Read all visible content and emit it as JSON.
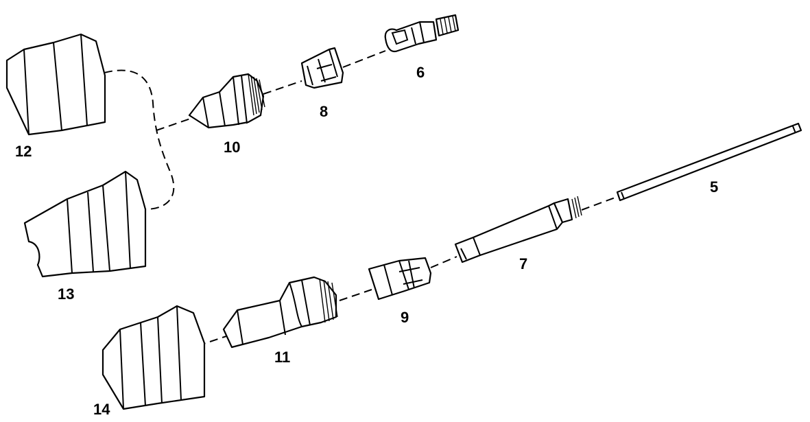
{
  "labels": {
    "p5": "5",
    "p6": "6",
    "p7": "7",
    "p8": "8",
    "p9": "9",
    "p10": "10",
    "p11": "11",
    "p12": "12",
    "p13": "13",
    "p14": "14"
  },
  "colors": {
    "line": "#000000",
    "fill": "#ffffff"
  }
}
